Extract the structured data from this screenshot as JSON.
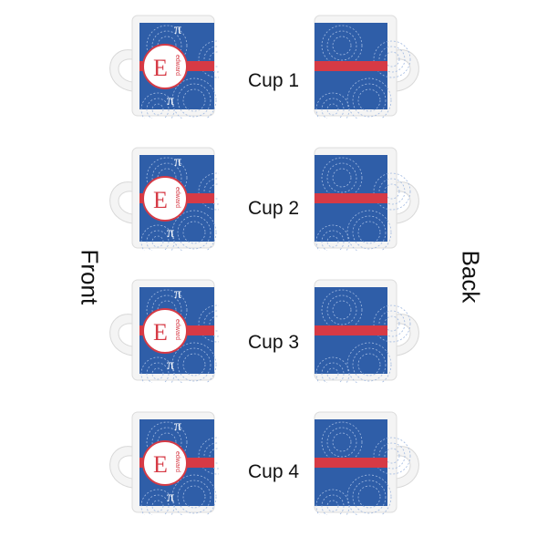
{
  "labels": {
    "front": "Front",
    "back": "Back"
  },
  "cups": [
    {
      "label": "Cup 1"
    },
    {
      "label": "Cup 2"
    },
    {
      "label": "Cup 3"
    },
    {
      "label": "Cup 4"
    }
  ],
  "monogram": {
    "letter": "E",
    "name": "edward"
  },
  "colors": {
    "mug_body": "#2f5ea8",
    "band": "#d63a45",
    "ceramic": "#f4f4f4",
    "pattern": "#9fb8e0"
  }
}
